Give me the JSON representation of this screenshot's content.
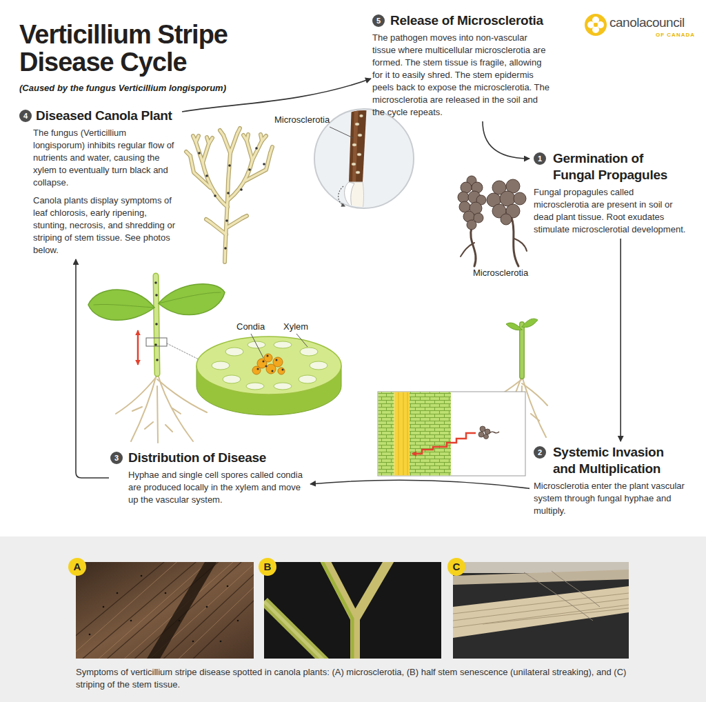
{
  "diagram": {
    "title": "Verticillium Stripe Disease Cycle",
    "caption": "Symptoms of verticillium stripe disease spotted in canola plants: (A) microsclerotia, (B) half stem senescence (unilateral streaking), and (C) striping of the stem tissue.",
    "nodes": [
      {
        "text": [
          "Germination of Fungal Propagules",
          "Fungal propagules called microsclerotia are present in soil or dead plant tissue. Root exudates stimulate microsclerotial development."
        ]
      },
      {
        "text": [
          "1"
        ],
        "in": 0
      },
      {
        "text": [
          "Systemic Invasion and Multiplication",
          "Microsclerotia enter the plant vascular system through fungal hyphae and multiply."
        ]
      },
      {
        "text": [
          "2"
        ],
        "in": 2
      },
      {
        "text": [
          "Distribution of Disease",
          "Hyphae and single cell spores called condia are produced locally in the xylem and move up the vascular system."
        ]
      },
      {
        "text": [
          "3"
        ],
        "in": 4
      },
      {
        "text": [
          "Diseased Canola Plant",
          "The fungus (Verticillium longisporum) inhibits regular flow of nutrients and water, causing the xylem to eventually turn black and collapse.",
          "Canola plants display symptoms of leaf chlorosis, early ripening, stunting, necrosis, and shredding or striping of stem tissue. See photos below."
        ]
      },
      {
        "text": [
          "4"
        ],
        "in": 6
      },
      {
        "text": [
          "Release of Microsclerotia",
          "The pathogen moves into non-vascular tissue where multicellular microsclerotia are formed. The stem tissue is fragile, allowing for it to easily shred. The stem epidermis peels back to expose the microsclerotia. The microsclerotia are released in the soil and the cycle repeats."
        ]
      },
      {
        "text": [
          "5"
        ],
        "in": 8
      },
      {
        "text": [
          "A"
        ]
      },
      {
        "text": [
          "B"
        ]
      },
      {
        "text": [
          "C"
        ]
      }
    ],
    "edges": [
      {
        "from": 0,
        "to": 2,
        "arrow": "to"
      },
      {
        "from": 2,
        "to": 4,
        "arrow": "to"
      },
      {
        "from": 4,
        "to": 6,
        "arrow": "to"
      },
      {
        "from": 6,
        "to": 8,
        "arrow": "to"
      },
      {
        "from": 8,
        "to": 0,
        "arrow": "to"
      }
    ],
    "labels": [
      "(Caused by the fungus Verticillium longisporum)",
      "canolacouncil",
      "OF CANADA",
      "Microsclerotia",
      "Microsclerotia",
      "Condia",
      "Xylem"
    ]
  }
}
